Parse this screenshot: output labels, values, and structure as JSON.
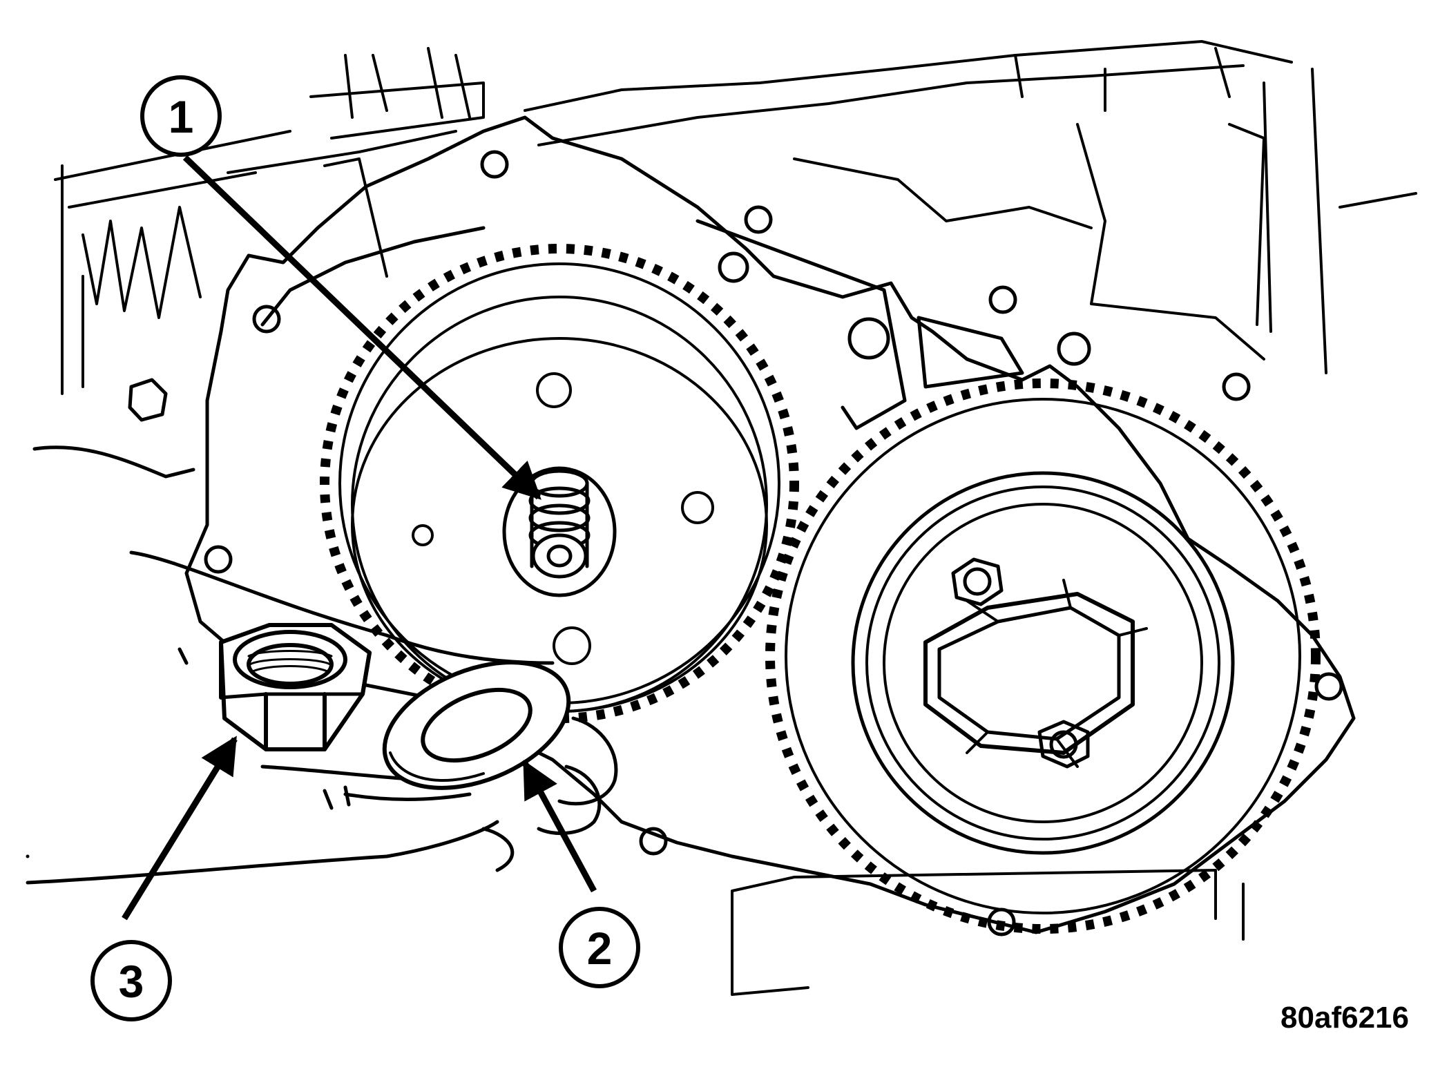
{
  "callouts": [
    {
      "label": "1"
    },
    {
      "label": "2"
    },
    {
      "label": "3"
    }
  ],
  "figure_id": "80af6216",
  "parts_depicted": [
    "gear-shaft-icon",
    "washer-icon",
    "hex-nut-icon",
    "idler-gear-icon",
    "crank-gear-icon",
    "hand-icon"
  ]
}
